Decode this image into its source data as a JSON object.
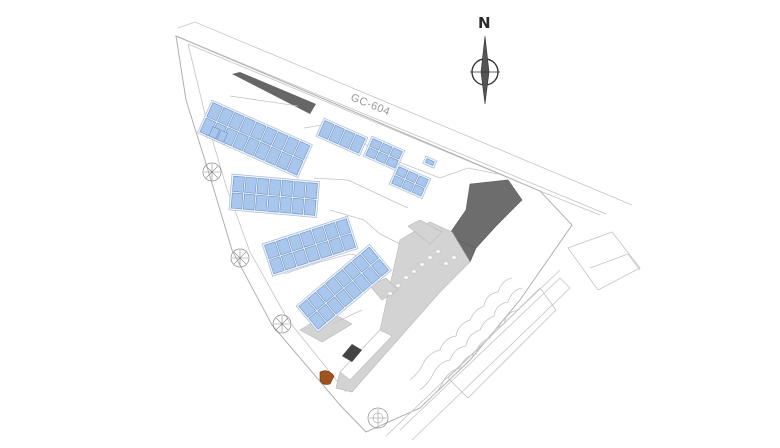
{
  "road": {
    "label": "GC-604"
  },
  "compass": {
    "letter": "N"
  },
  "colors": {
    "panel_fill": "#a9c6ec",
    "panel_stroke": "#5f87bf",
    "building_dark": "#6d6d6d",
    "building_light": "#d3d3d3",
    "tank": "#a0541d",
    "outline": "#c4c4c4"
  },
  "features": {
    "solar_arrays": 9,
    "trees": 4
  }
}
